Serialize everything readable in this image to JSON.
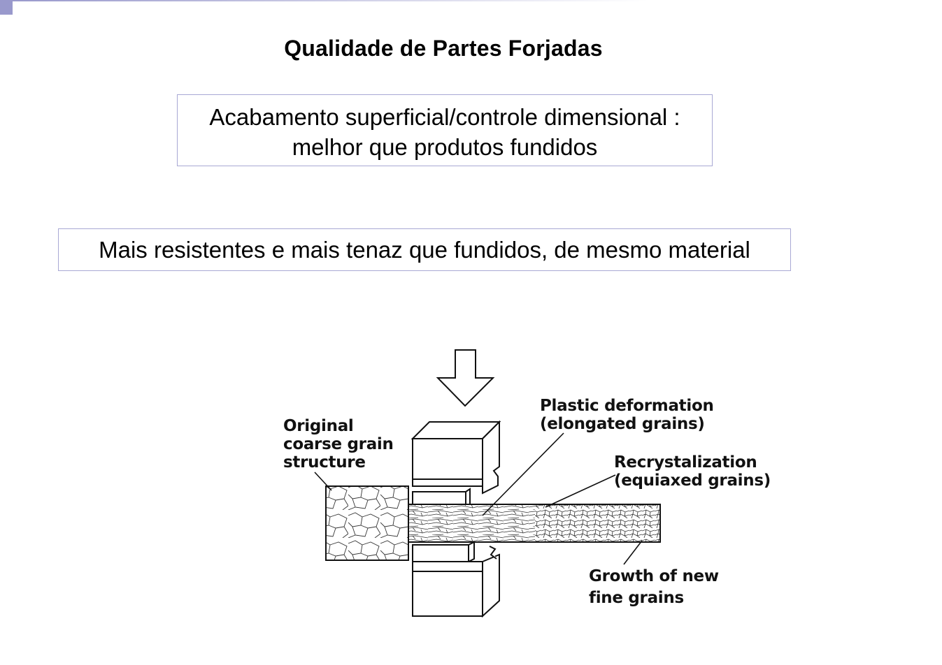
{
  "slide": {
    "title": "Qualidade de Partes Forjadas",
    "accent_color": "#9999cc",
    "box_border_color": "#a8a8d4"
  },
  "finish_box": {
    "line_1": "Acabamento superficial/controle dimensional :",
    "line_2": "melhor que produtos fundidos"
  },
  "strength_box": {
    "text": "Mais resistentes e mais tenaz que fundidos, de mesmo material"
  },
  "diagram": {
    "original_label": [
      "Original",
      "coarse grain",
      "structure"
    ],
    "plastic_label": [
      "Plastic deformation",
      "(elongated grains)"
    ],
    "recrystal_label": [
      "Recrystalization",
      "(equiaxed grains)"
    ],
    "growth_label": [
      "Growth of new",
      "fine grains"
    ],
    "arrow_icon": "down-arrow-icon"
  }
}
